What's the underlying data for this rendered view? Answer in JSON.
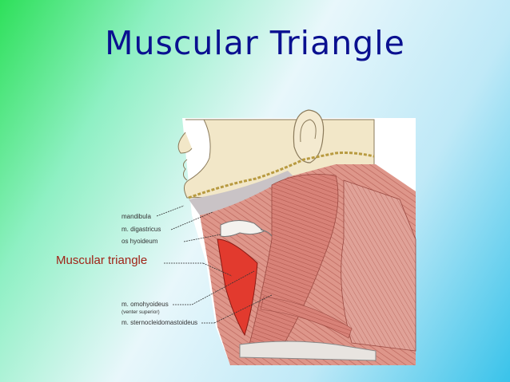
{
  "slide": {
    "title": "Muscular Triangle"
  },
  "labels": {
    "mandibula": "mandibula",
    "digastricus": "m. digastricus",
    "hyoideum": "os hyoideum",
    "muscular_triangle": "Muscular triangle",
    "omohyoideus": "m. omohyoideus",
    "omohyoideus_sub": "(venter superior)",
    "sternocleidomastoideus": "m. sternocleidomastoideus"
  },
  "colors": {
    "title": "#0a1090",
    "muscle": "#d98a80",
    "triangle": "#e23a2e",
    "skin": "#f2e7c8",
    "label_highlight": "#a02418"
  }
}
